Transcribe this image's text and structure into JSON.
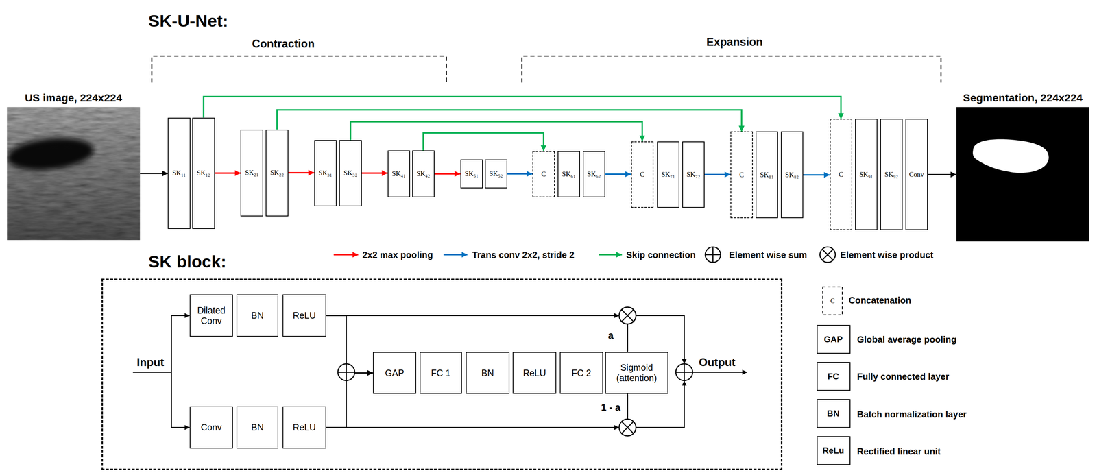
{
  "diagram": {
    "title": "SK-U-Net:",
    "nodes": [
      {
        "text": [
          "US image, 224x224"
        ]
      },
      {
        "text": [
          "SK₁₁"
        ]
      },
      {
        "text": [
          "SK₁₂"
        ]
      },
      {
        "text": [
          "SK₂₁"
        ]
      },
      {
        "text": [
          "SK₂₂"
        ]
      },
      {
        "text": [
          "SK₃₁"
        ]
      },
      {
        "text": [
          "SK₃₂"
        ]
      },
      {
        "text": [
          "SK₄₁"
        ]
      },
      {
        "text": [
          "SK₄₂"
        ]
      },
      {
        "text": [
          "SK₅₁"
        ]
      },
      {
        "text": [
          "SK₅₂"
        ]
      },
      {
        "text": [
          "C"
        ]
      },
      {
        "text": [
          "SK₆₁"
        ]
      },
      {
        "text": [
          "SK₆₂"
        ]
      },
      {
        "text": [
          "C"
        ]
      },
      {
        "text": [
          "SK₇₁"
        ]
      },
      {
        "text": [
          "SK₇₂"
        ]
      },
      {
        "text": [
          "C"
        ]
      },
      {
        "text": [
          "SK₈₁"
        ]
      },
      {
        "text": [
          "SK₈₂"
        ]
      },
      {
        "text": [
          "C"
        ]
      },
      {
        "text": [
          "SK₉₁"
        ]
      },
      {
        "text": [
          "SK₉₂"
        ]
      },
      {
        "text": [
          "Conv"
        ]
      },
      {
        "text": [
          "Segmentation, 224x224"
        ]
      },
      {
        "text": [
          "SK block:"
        ]
      },
      {
        "text": [
          "Dilated Conv"
        ],
        "in": 25
      },
      {
        "text": [
          "BN"
        ],
        "in": 25
      },
      {
        "text": [
          "ReLU"
        ],
        "in": 25
      },
      {
        "text": [
          "GAP"
        ],
        "in": 25
      },
      {
        "text": [
          "FC 1"
        ],
        "in": 25
      },
      {
        "text": [
          "BN"
        ],
        "in": 25
      },
      {
        "text": [
          "ReLU"
        ],
        "in": 25
      },
      {
        "text": [
          "FC 2"
        ],
        "in": 25
      },
      {
        "text": [
          "Sigmoid (attention)"
        ],
        "in": 25
      },
      {
        "text": [
          "Conv"
        ],
        "in": 25
      },
      {
        "text": [
          "BN"
        ],
        "in": 25
      },
      {
        "text": [
          "ReLU"
        ],
        "in": 25
      }
    ],
    "edges": [
      {
        "from": 0,
        "to": 1,
        "arrow": "to"
      },
      {
        "from": 2,
        "to": 3,
        "arrow": "to"
      },
      {
        "from": 4,
        "to": 5,
        "arrow": "to"
      },
      {
        "from": 6,
        "to": 7,
        "arrow": "to"
      },
      {
        "from": 8,
        "to": 9,
        "arrow": "to"
      },
      {
        "from": 10,
        "to": 11,
        "arrow": "to"
      },
      {
        "from": 13,
        "to": 14,
        "arrow": "to"
      },
      {
        "from": 16,
        "to": 17,
        "arrow": "to"
      },
      {
        "from": 19,
        "to": 20,
        "arrow": "to"
      },
      {
        "from": 2,
        "to": 20,
        "arrow": "to"
      },
      {
        "from": 4,
        "to": 17,
        "arrow": "to"
      },
      {
        "from": 6,
        "to": 14,
        "arrow": "to"
      },
      {
        "from": 8,
        "to": 11,
        "arrow": "to"
      },
      {
        "from": 23,
        "to": 24,
        "arrow": "to"
      },
      {
        "from": 28,
        "to": 29,
        "arrow": "to"
      },
      {
        "from": 37,
        "to": 29,
        "arrow": "to"
      }
    ],
    "labels": [
      "Contraction",
      "Expansion",
      "Input",
      "a",
      "1 - a",
      "Output",
      "C",
      "GAP",
      "FC",
      "BN",
      "ReLu"
    ],
    "legend": [
      {
        "text": "2x2 max pooling"
      },
      {
        "text": "Trans conv 2x2, stride 2"
      },
      {
        "text": "Skip connection"
      },
      {
        "text": "Element wise sum"
      },
      {
        "text": "Element wise product"
      },
      {
        "text": "Concatenation"
      },
      {
        "text": "Global average pooling"
      },
      {
        "text": "Fully connected layer"
      },
      {
        "text": "Batch normalization layer"
      },
      {
        "text": "Rectified linear unit"
      }
    ]
  }
}
